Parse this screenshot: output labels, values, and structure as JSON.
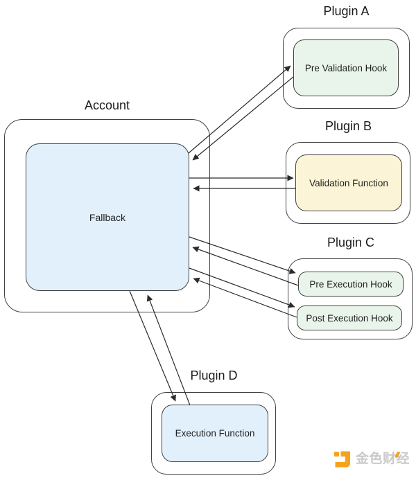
{
  "diagram": {
    "account": {
      "title": "Account",
      "fallback_label": "Fallback"
    },
    "plugins": {
      "a": {
        "title": "Plugin A",
        "node": "Pre Validation Hook"
      },
      "b": {
        "title": "Plugin B",
        "node": "Validation Function"
      },
      "c": {
        "title": "Plugin C",
        "node_pre": "Pre Execution Hook",
        "node_post": "Post Execution Hook"
      },
      "d": {
        "title": "Plugin D",
        "node": "Execution Function"
      }
    },
    "connections": [
      {
        "from": "Fallback",
        "to": "Pre Validation Hook",
        "direction": "bidirectional"
      },
      {
        "from": "Fallback",
        "to": "Validation Function",
        "direction": "bidirectional"
      },
      {
        "from": "Fallback",
        "to": "Pre Execution Hook",
        "direction": "bidirectional"
      },
      {
        "from": "Fallback",
        "to": "Post Execution Hook",
        "direction": "bidirectional"
      },
      {
        "from": "Fallback",
        "to": "Execution Function",
        "direction": "bidirectional"
      }
    ],
    "colors": {
      "node_green": "#e9f5ea",
      "node_yellow": "#fbf4d6",
      "node_blue": "#e2f0fb",
      "box_stroke": "#404040",
      "arrow": "#2b2b2b",
      "label_text": "#1a1a1a"
    }
  },
  "watermark": {
    "text": "金色财经",
    "logo_color": "#f6a31c",
    "text_color": "#c9c9c9"
  }
}
